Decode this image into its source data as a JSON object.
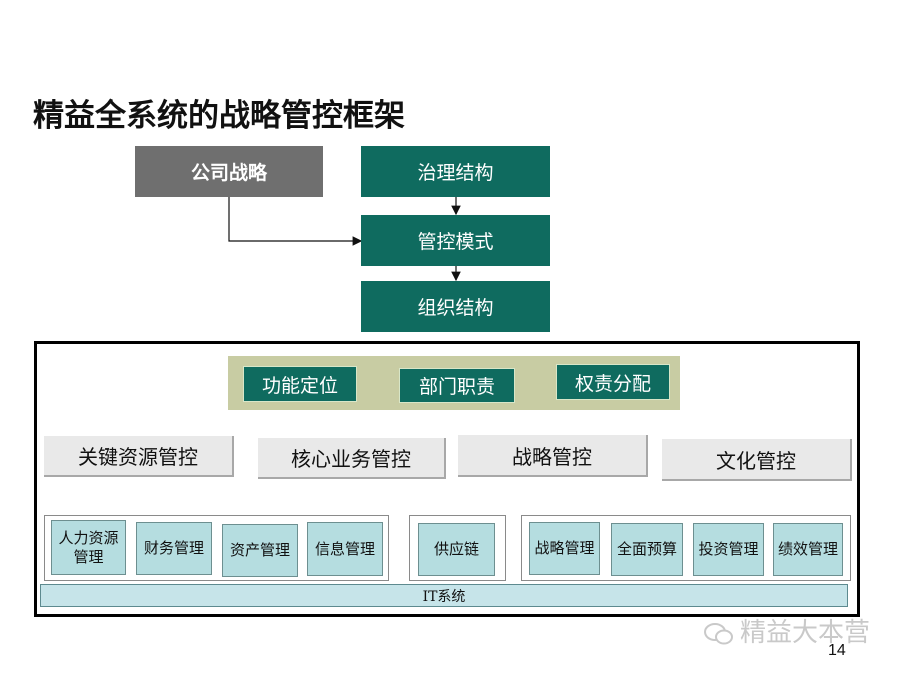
{
  "title": "精益全系统的战略管控框架",
  "top": {
    "strategy": "公司战略",
    "governance": "治理结构",
    "control_mode": "管控模式",
    "org_structure": "组织结构"
  },
  "band": {
    "positioning": "功能定位",
    "duties": "部门职责",
    "authority": "权责分配"
  },
  "controls": [
    "关键资源管控",
    "核心业务管控",
    "战略管控",
    "文化管控"
  ],
  "management": {
    "group1": [
      "人力资源管理",
      "财务管理",
      "资产管理",
      "信息管理"
    ],
    "group2": [
      "供应链"
    ],
    "group3": [
      "战略管理",
      "全面预算",
      "投资管理",
      "绩效管理"
    ]
  },
  "it_system": "IT系统",
  "watermark": "精益大本营",
  "page_number": "14"
}
